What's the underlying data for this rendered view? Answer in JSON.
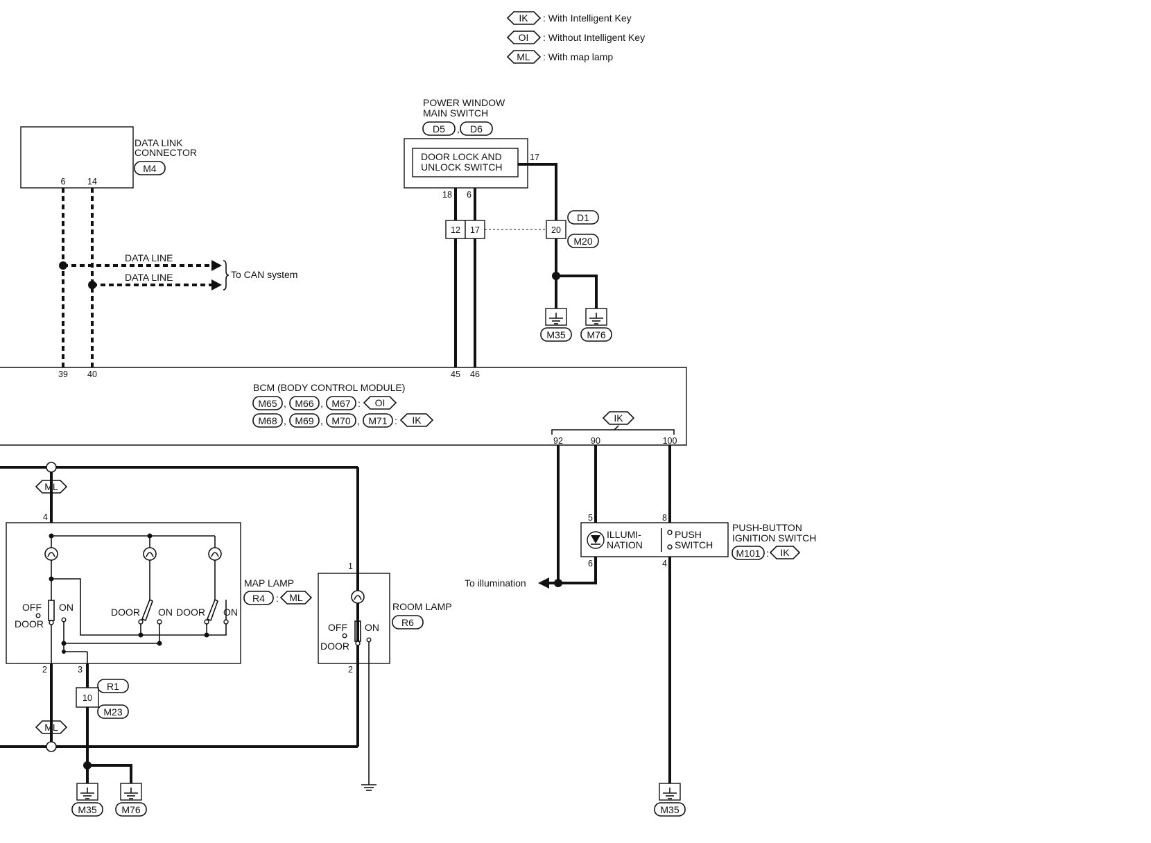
{
  "legend": [
    {
      "code": "IK",
      "text": ": With Intelligent Key"
    },
    {
      "code": "OI",
      "text": ": Without Intelligent Key"
    },
    {
      "code": "ML",
      "text": ": With map lamp"
    }
  ],
  "dlc": {
    "line1": "DATA LINK",
    "line2": "CONNECTOR",
    "conn": "M4",
    "pinA": "6",
    "pinB": "14"
  },
  "dataline": {
    "label1": "DATA LINE",
    "label2": "DATA LINE",
    "to": "To CAN system"
  },
  "pwms": {
    "title1": "POWER WINDOW",
    "title2": "MAIN SWITCH",
    "conn1": "D5",
    "conn2": "D6",
    "inner1": "DOOR LOCK AND",
    "inner2": "UNLOCK SWITCH",
    "pin17": "17",
    "pin18": "18",
    "pin6": "6"
  },
  "junction": {
    "c12": "12",
    "c17": "17",
    "c20": "20",
    "d1": "D1",
    "m20": "M20"
  },
  "grounds": {
    "m35": "M35",
    "m76": "M76"
  },
  "bcm": {
    "title": "BCM (BODY CONTROL MODULE)",
    "row1": [
      "M65",
      "M66",
      "M67"
    ],
    "row1tag": "OI",
    "row2": [
      "M68",
      "M69",
      "M70",
      "M71"
    ],
    "row2tag": "IK",
    "iktag": "IK",
    "pins": {
      "p39": "39",
      "p40": "40",
      "p45": "45",
      "p46": "46",
      "p92": "92",
      "p90": "90",
      "p100": "100"
    }
  },
  "ml_tag": "ML",
  "maplamp": {
    "title": "MAP LAMP",
    "conn": "R4",
    "tag": "ML",
    "pin4": "4",
    "pin2": "2",
    "pin3": "3",
    "off": "OFF",
    "on": "ON",
    "door": "DOOR"
  },
  "r1": {
    "pin": "10",
    "c1": "R1",
    "c2": "M23"
  },
  "roomlamp": {
    "title": "ROOM LAMP",
    "conn": "R6",
    "pin1": "1",
    "pin2": "2",
    "off": "OFF",
    "on": "ON",
    "door": "DOOR"
  },
  "ignition": {
    "title1": "PUSH-BUTTON",
    "title2": "IGNITION SWITCH",
    "conn": "M101",
    "tag": "IK",
    "illum1": "ILLUMI-",
    "illum2": "NATION",
    "push1": "PUSH",
    "push2": "SWITCH",
    "pin5": "5",
    "pin8": "8",
    "pin6": "6",
    "pin4": "4",
    "to_illum": "To illumination"
  }
}
